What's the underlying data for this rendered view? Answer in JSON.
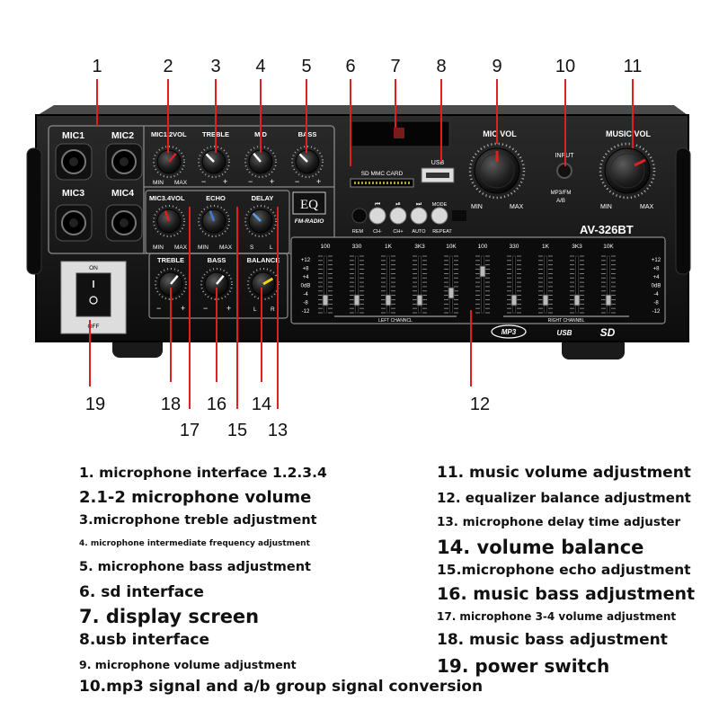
{
  "callout_numbers": [
    "1",
    "2",
    "3",
    "4",
    "5",
    "6",
    "7",
    "8",
    "9",
    "10",
    "11",
    "12",
    "13",
    "14",
    "15",
    "16",
    "17",
    "18",
    "19"
  ],
  "panel": {
    "mic_inputs": [
      "MIC1",
      "MIC2",
      "MIC3",
      "MIC4"
    ],
    "knob_labels": {
      "mic12_vol": "MIC1.2VOL",
      "treble": "TREBLE",
      "mid": "MID",
      "bass": "BASS",
      "mic34_vol": "MIC3.4VOL",
      "echo": "ECHO",
      "delay": "DELAY",
      "music_treble": "TREBLE",
      "music_bass": "BASS",
      "balance": "BALANCE",
      "mic_vol": "MIC VOL",
      "music_vol": "MUSIC VOL",
      "input": "INPUT"
    },
    "scale": {
      "min": "MIN",
      "max": "MAX",
      "minus": "−",
      "plus": "+",
      "s": "S",
      "l": "L",
      "r": "R"
    },
    "sd_label": "SD MMC CARD",
    "usb_label": "USB",
    "eq_badge": "EQ",
    "fm_radio": "FM-RADIO",
    "model": "AV-326BT",
    "input_modes": [
      "MP3/FM",
      "A/B"
    ],
    "buttons": [
      "⏮",
      "⏯",
      "⏭",
      "MODE"
    ],
    "button_labels": [
      "REM",
      "CH-",
      "CH+",
      "AUTO",
      "REPEAT"
    ],
    "eq_freqs": [
      "100",
      "330",
      "1K",
      "3K3",
      "10K",
      "100",
      "330",
      "1K",
      "3K3",
      "10K"
    ],
    "eq_scale": [
      "+12",
      "+8",
      "+4",
      "0dB",
      "-4",
      "-8",
      "-12"
    ],
    "eq_channels": [
      "LEFT CHANNCL",
      "RIGHT CHANNBL"
    ],
    "media_logos": [
      "MP3",
      "USB",
      "SD"
    ],
    "power": {
      "on": "ON",
      "off": "OFF"
    }
  },
  "legend": [
    {
      "text": "1. microphone interface 1.2.3.4"
    },
    {
      "text": "2.1-2 microphone volume"
    },
    {
      "text": "3.microphone treble adjustment"
    },
    {
      "text": "4. microphone intermediate frequency adjustment"
    },
    {
      "text": "5. microphone bass adjustment"
    },
    {
      "text": "6. sd interface"
    },
    {
      "text": "7. display screen"
    },
    {
      "text": "8.usb interface"
    },
    {
      "text": "9. microphone volume adjustment"
    },
    {
      "text": "10.mp3 signal and a/b group signal conversion"
    },
    {
      "text": "11. music volume adjustment"
    },
    {
      "text": "12. equalizer balance adjustment"
    },
    {
      "text": "13. microphone delay time adjuster"
    },
    {
      "text": "14. volume balance"
    },
    {
      "text": "15.microphone echo adjustment"
    },
    {
      "text": "16. music bass adjustment"
    },
    {
      "text": "17. microphone 3-4 volume adjustment"
    },
    {
      "text": "18. music bass adjustment"
    },
    {
      "text": "19. power switch"
    }
  ]
}
